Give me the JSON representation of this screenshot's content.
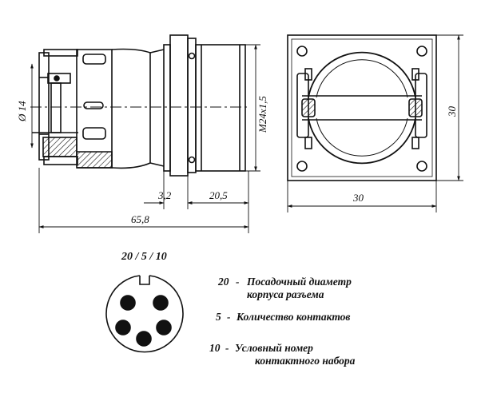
{
  "dimensions": {
    "diameter": "Ø 14",
    "thread": "M24x1,5",
    "side_top": "30",
    "side_bottom": "30",
    "len_small": "3,2",
    "len_mid": "20,5",
    "len_total": "65,8"
  },
  "code": "20 / 5 / 10",
  "legend": {
    "item1_num": "20",
    "item1_line1": "Посадочный диаметр",
    "item1_line2": "корпуса разъема",
    "item2_num": "5",
    "item2_text": "Количество контактов",
    "item3_num": "10",
    "item3_line1": "Условный номер",
    "item3_line2": "контактного набора"
  }
}
